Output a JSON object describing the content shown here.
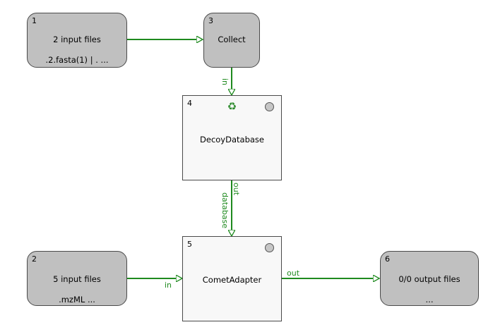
{
  "nodes": {
    "n1": {
      "number": "1",
      "title": "2 input files",
      "subtitle": ".2.fasta(1) | . ..."
    },
    "n2": {
      "number": "2",
      "title": "5 input files",
      "subtitle": ".mzML ..."
    },
    "n3": {
      "number": "3",
      "title": "Collect"
    },
    "n4": {
      "number": "4",
      "title": "DecoyDatabase",
      "icon": "recycle-icon"
    },
    "n5": {
      "number": "5",
      "title": "CometAdapter"
    },
    "n6": {
      "number": "6",
      "title": "0/0 output files",
      "subtitle": "..."
    }
  },
  "edges": {
    "e3_4": {
      "in_label": "in"
    },
    "e4_5": {
      "out_label": "out",
      "in_label": "database"
    },
    "e2_5": {
      "in_label": "in"
    },
    "e5_6": {
      "out_label": "out"
    }
  },
  "colors": {
    "edge": "#1f8a1f",
    "input_node": "#c0c0c0",
    "tool_node": "#f8f8f8"
  }
}
